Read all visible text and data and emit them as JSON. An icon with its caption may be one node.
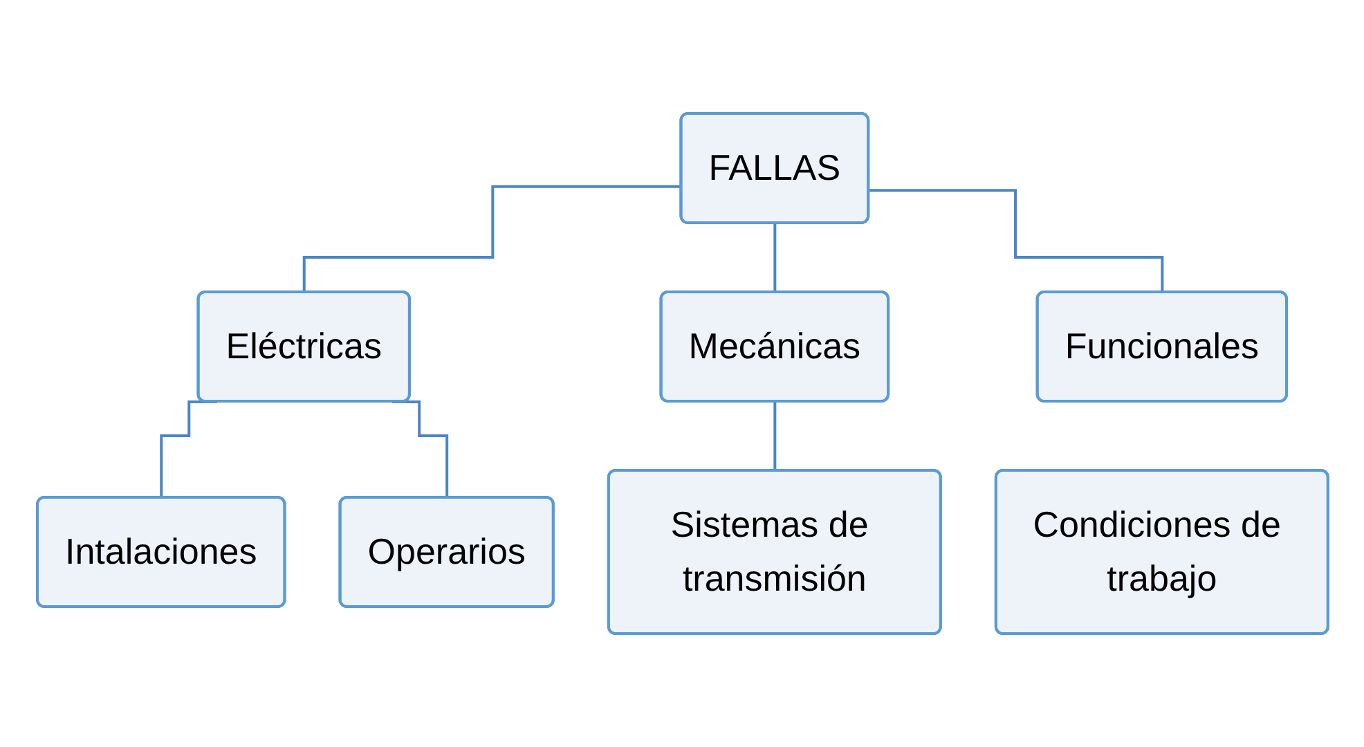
{
  "diagram": {
    "nodes": [
      {
        "text": [
          "FALLAS"
        ]
      },
      {
        "text": [
          "Eléctricas"
        ]
      },
      {
        "text": [
          "Mecánicas"
        ]
      },
      {
        "text": [
          "Funcionales"
        ]
      },
      {
        "text": [
          "Intalaciones"
        ]
      },
      {
        "text": [
          "Operarios"
        ]
      },
      {
        "text": [
          "Sistemas de transmisión"
        ]
      },
      {
        "text": [
          "Condiciones de trabajo"
        ]
      }
    ],
    "edges": [
      {
        "from": 0,
        "to": 1,
        "arrow": "none"
      },
      {
        "from": 0,
        "to": 2,
        "arrow": "none"
      },
      {
        "from": 0,
        "to": 3,
        "arrow": "none"
      },
      {
        "from": 1,
        "to": 4,
        "arrow": "none"
      },
      {
        "from": 1,
        "to": 5,
        "arrow": "none"
      },
      {
        "from": 2,
        "to": 6,
        "arrow": "none"
      }
    ]
  }
}
